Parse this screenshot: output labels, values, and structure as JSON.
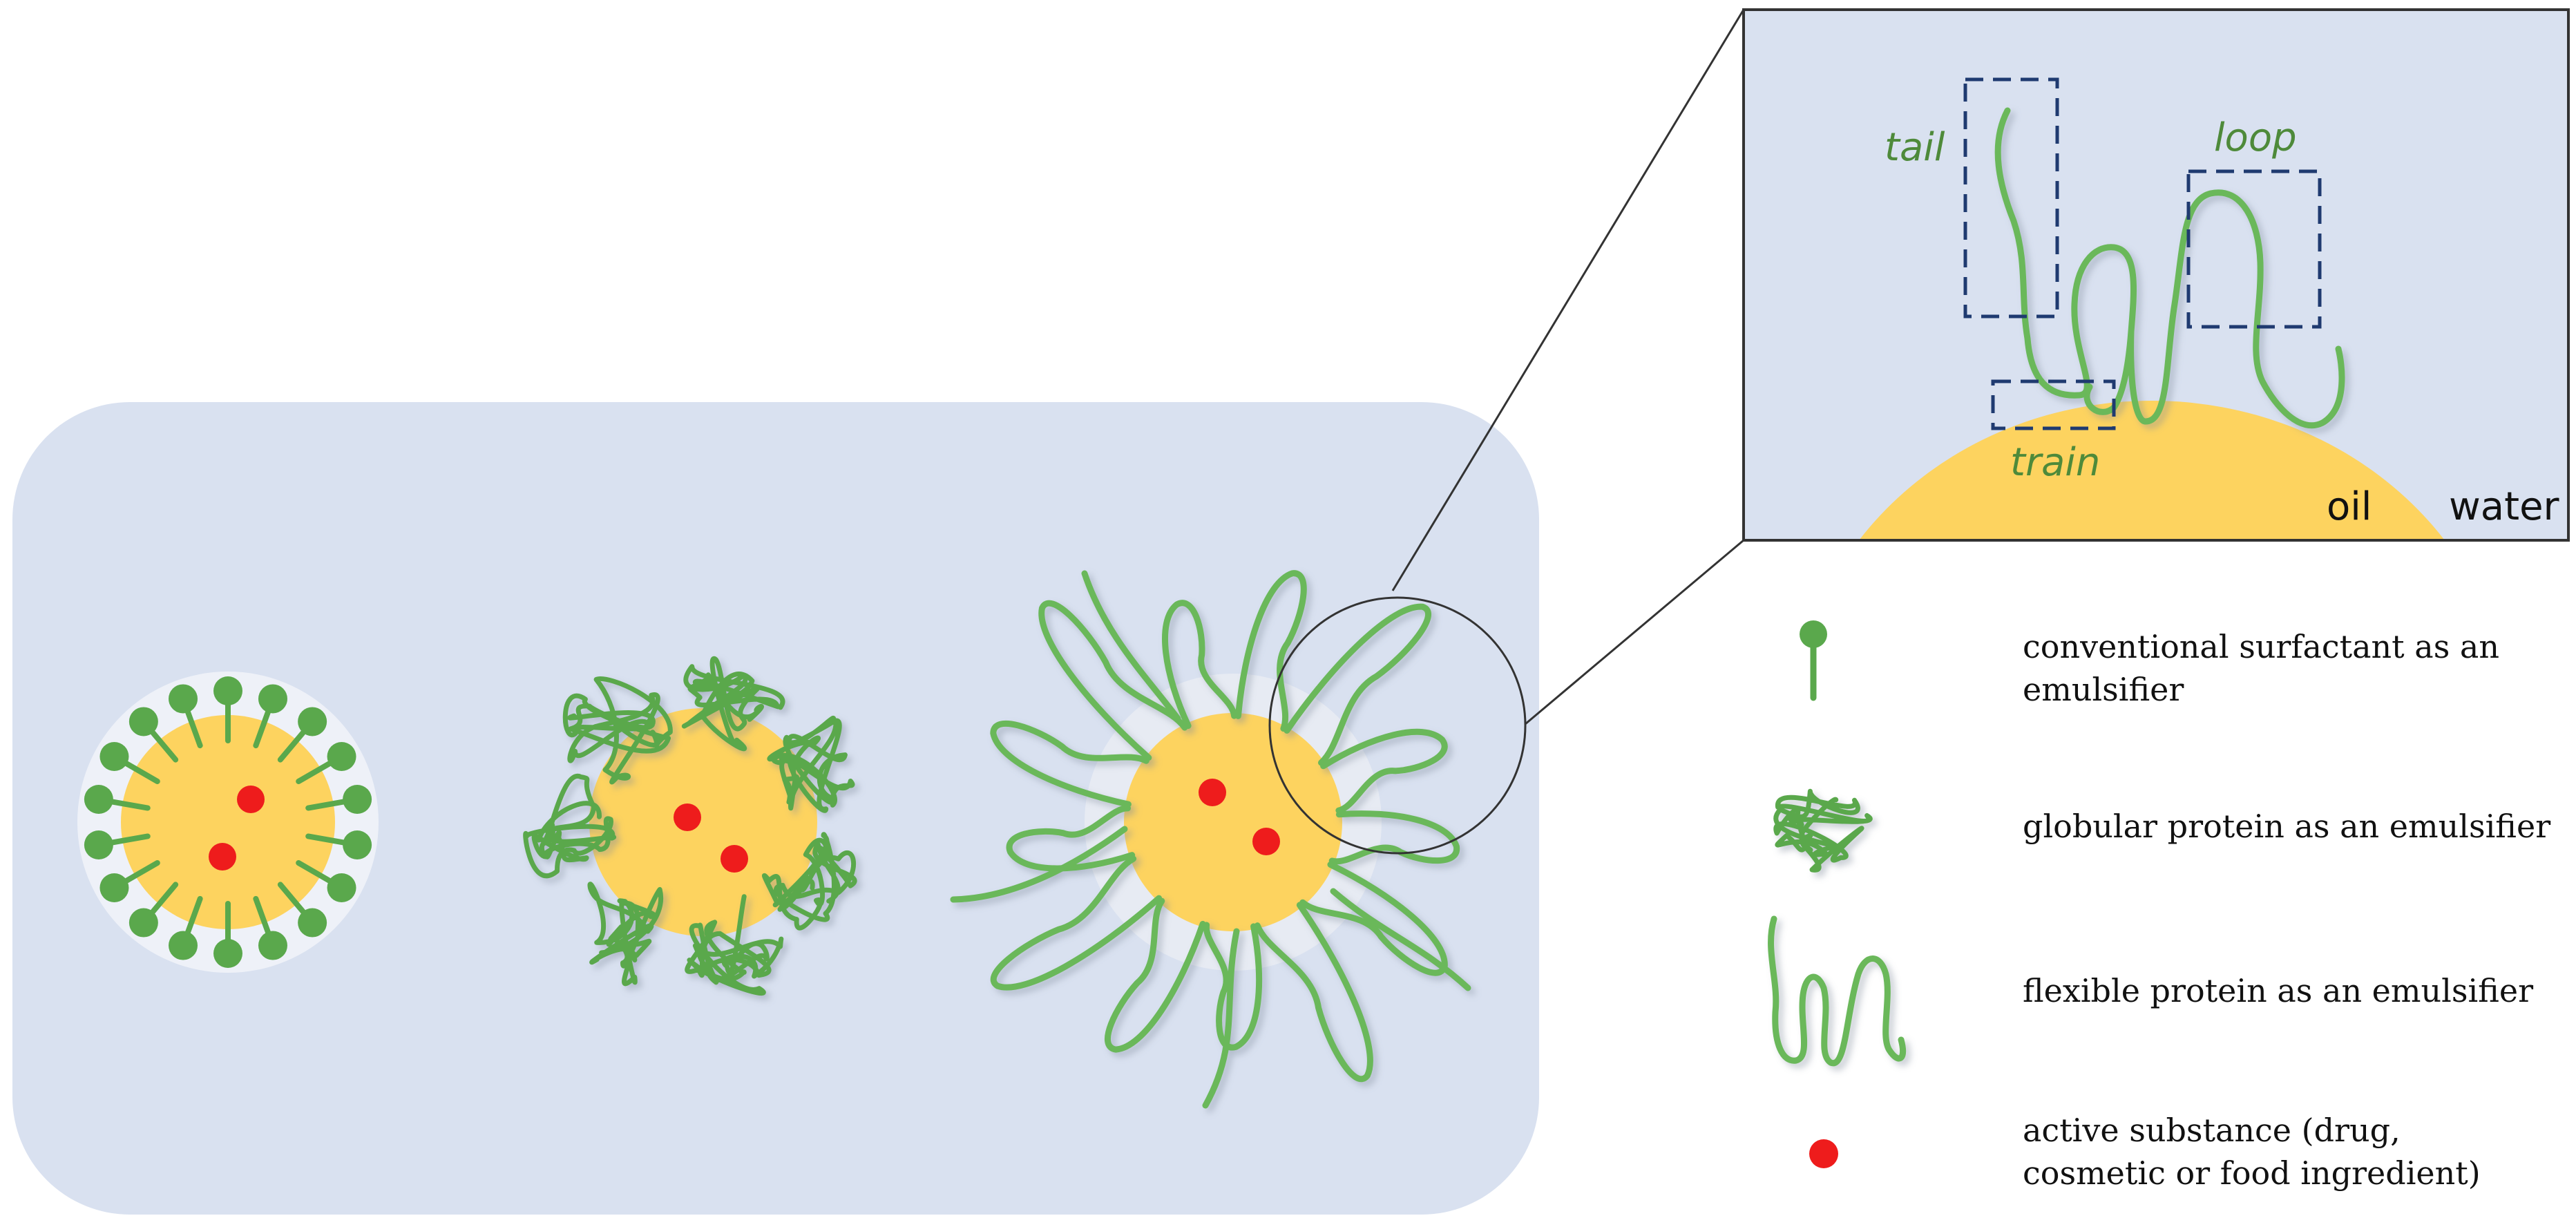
{
  "colors": {
    "background": "#ffffff",
    "panel": "#d9e1f0",
    "oil": "#fdd35f",
    "protein": "#6ab85a",
    "active": "#ee1c1c",
    "box": "#1f3a70"
  },
  "inset": {
    "labels": {
      "tail": "tail",
      "loop": "loop",
      "train": "train",
      "oil": "oil",
      "water": "water"
    }
  },
  "legend": [
    {
      "icon": "surfactant-icon",
      "text": [
        "conventional surfactant as an",
        "emulsifier"
      ]
    },
    {
      "icon": "globular-protein-icon",
      "text": [
        "globular protein as an emulsifier"
      ]
    },
    {
      "icon": "flexible-protein-icon",
      "text": [
        "flexible protein as an emulsifier"
      ]
    },
    {
      "icon": "active-substance-icon",
      "text": [
        "active substance (drug,",
        "cosmetic or food ingredient)"
      ]
    }
  ]
}
